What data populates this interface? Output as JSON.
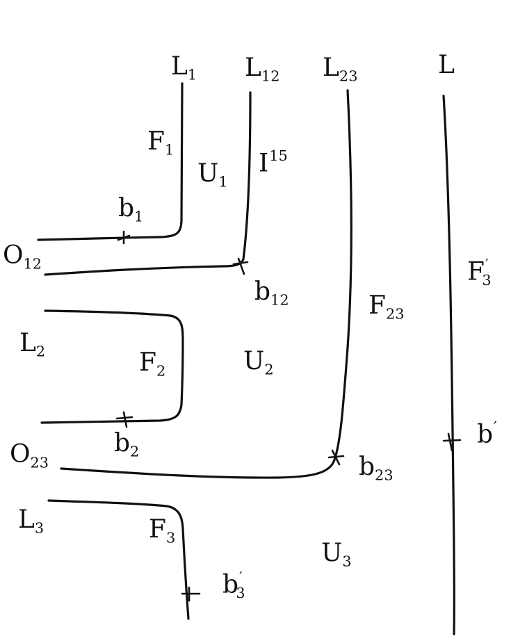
{
  "labels": {
    "L1": {
      "main": "L",
      "sub": "1"
    },
    "L12": {
      "main": "L",
      "sub": "12"
    },
    "L23": {
      "main": "L",
      "sub": "23"
    },
    "L": {
      "main": "L"
    },
    "F1": {
      "main": "F",
      "sub": "1"
    },
    "U1": {
      "main": "U",
      "sub": "1"
    },
    "I15": {
      "main": "I",
      "sup": "15"
    },
    "b1": {
      "main": "b",
      "sub": "1"
    },
    "O12": {
      "main": "O",
      "sub": "12"
    },
    "b12": {
      "main": "b",
      "sub": "12"
    },
    "F23": {
      "main": "F",
      "sub": "23"
    },
    "F3p": {
      "main": "F",
      "sub": "3",
      "sup": "′"
    },
    "L2": {
      "main": "L",
      "sub": "2"
    },
    "F2": {
      "main": "F",
      "sub": "2"
    },
    "U2": {
      "main": "U",
      "sub": "2"
    },
    "b2": {
      "main": "b",
      "sub": "2"
    },
    "O23": {
      "main": "O",
      "sub": "23"
    },
    "b23": {
      "main": "b",
      "sub": "23"
    },
    "bp": {
      "main": "b",
      "sup": "′"
    },
    "L3": {
      "main": "L",
      "sub": "3"
    },
    "F3": {
      "main": "F",
      "sub": "3"
    },
    "U3": {
      "main": "U",
      "sub": "3"
    },
    "b3p": {
      "main": "b",
      "sub": "3",
      "sup": "′"
    }
  }
}
